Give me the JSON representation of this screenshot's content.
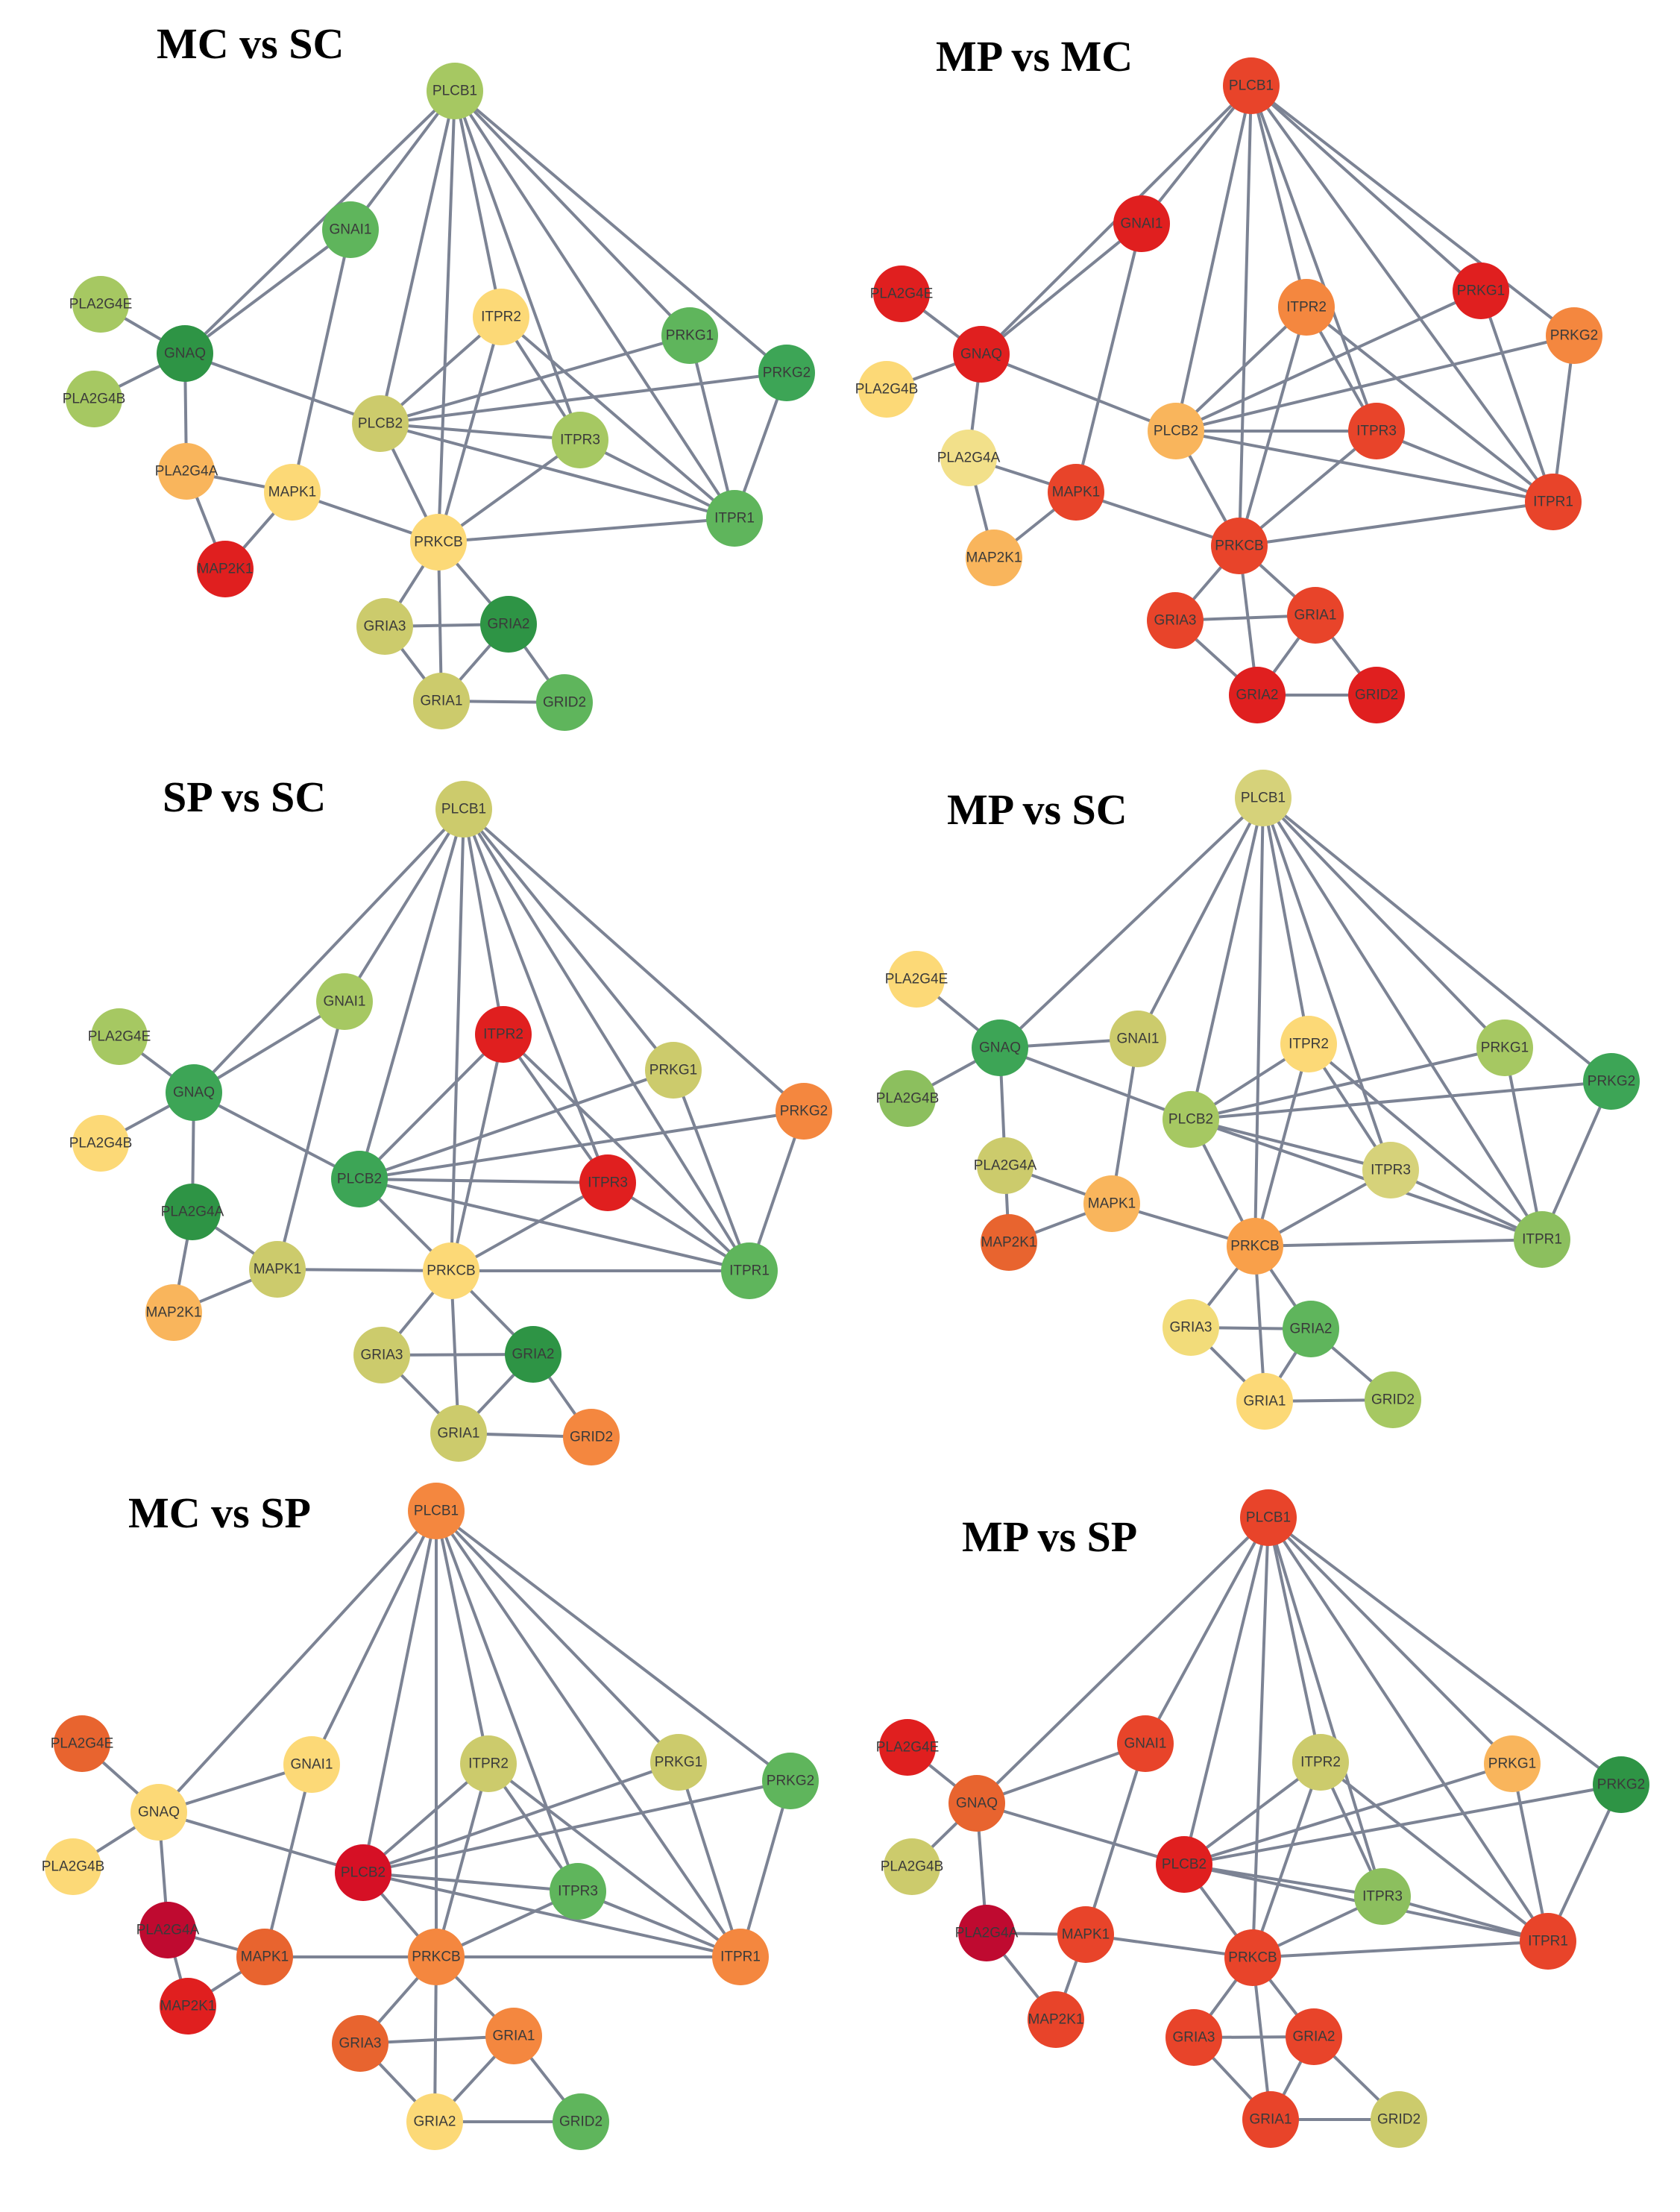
{
  "figure_title": "",
  "colors": {
    "edge": "#7c8394",
    "dark_red": "#bf0a30",
    "red": "#e01f1f",
    "red_orange": "#e8442a",
    "orange": "#f4873f",
    "light_orange": "#f9b55c",
    "yellow": "#fcd977",
    "yellow_green": "#cccb6c",
    "light_green": "#a6c862",
    "green": "#5fb55c",
    "dark_green": "#2e9445"
  },
  "panels": [
    {
      "title": "MC vs SC",
      "nodes": [
        {
          "id": "PLCB1",
          "label": "PLCB1",
          "color": "#a6c862"
        },
        {
          "id": "GNAI1",
          "label": "GNAI1",
          "color": "#5fb55c"
        },
        {
          "id": "ITPR2",
          "label": "ITPR2",
          "color": "#fcd977"
        },
        {
          "id": "PRKG1",
          "label": "PRKG1",
          "color": "#5fb55c"
        },
        {
          "id": "PRKG2",
          "label": "PRKG2",
          "color": "#3da556"
        },
        {
          "id": "PLA2G4E",
          "label": "PLA2G4E",
          "color": "#a6c862"
        },
        {
          "id": "GNAQ",
          "label": "GNAQ",
          "color": "#2e9445"
        },
        {
          "id": "PLA2G4B",
          "label": "PLA2G4B",
          "color": "#a6c862"
        },
        {
          "id": "PLCB2",
          "label": "PLCB2",
          "color": "#cccb6c"
        },
        {
          "id": "ITPR3",
          "label": "ITPR3",
          "color": "#a6c862"
        },
        {
          "id": "PLA2G4A",
          "label": "PLA2G4A",
          "color": "#f9b55c"
        },
        {
          "id": "MAPK1",
          "label": "MAPK1",
          "color": "#fcd977"
        },
        {
          "id": "ITPR1",
          "label": "ITPR1",
          "color": "#5fb55c"
        },
        {
          "id": "MAP2K1",
          "label": "MAP2K1",
          "color": "#e01f1f"
        },
        {
          "id": "PRKCB",
          "label": "PRKCB",
          "color": "#fcd977"
        },
        {
          "id": "GRIA3",
          "label": "GRIA3",
          "color": "#cccb6c"
        },
        {
          "id": "GRIA2",
          "label": "GRIA2",
          "color": "#2e9445"
        },
        {
          "id": "GRIA1",
          "label": "GRIA1",
          "color": "#cccb6c"
        },
        {
          "id": "GRID2",
          "label": "GRID2",
          "color": "#5fb55c"
        }
      ]
    },
    {
      "title": "MP vs MC",
      "nodes": [
        {
          "id": "PLCB1",
          "label": "PLCB1",
          "color": "#e8442a"
        },
        {
          "id": "GNAI1",
          "label": "GNAI1",
          "color": "#e01f1f"
        },
        {
          "id": "ITPR2",
          "label": "ITPR2",
          "color": "#f4873f"
        },
        {
          "id": "PRKG1",
          "label": "PRKG1",
          "color": "#e01f1f"
        },
        {
          "id": "PRKG2",
          "label": "PRKG2",
          "color": "#f4873f"
        },
        {
          "id": "PLA2G4E",
          "label": "PLA2G4E",
          "color": "#e01f1f"
        },
        {
          "id": "GNAQ",
          "label": "GNAQ",
          "color": "#e01f1f"
        },
        {
          "id": "PLA2G4B",
          "label": "PLA2G4B",
          "color": "#fcd977"
        },
        {
          "id": "PLCB2",
          "label": "PLCB2",
          "color": "#f9b55c"
        },
        {
          "id": "ITPR3",
          "label": "ITPR3",
          "color": "#e8442a"
        },
        {
          "id": "PLA2G4A",
          "label": "PLA2G4A",
          "color": "#f2e08a"
        },
        {
          "id": "MAPK1",
          "label": "MAPK1",
          "color": "#e8442a"
        },
        {
          "id": "ITPR1",
          "label": "ITPR1",
          "color": "#e8442a"
        },
        {
          "id": "MAP2K1",
          "label": "MAP2K1",
          "color": "#f9b55c"
        },
        {
          "id": "PRKCB",
          "label": "PRKCB",
          "color": "#e8442a"
        },
        {
          "id": "GRIA3",
          "label": "GRIA3",
          "color": "#e8442a"
        },
        {
          "id": "GRIA1",
          "label": "GRIA1",
          "color": "#e8442a"
        },
        {
          "id": "GRIA2",
          "label": "GRIA2",
          "color": "#e01f1f"
        },
        {
          "id": "GRID2",
          "label": "GRID2",
          "color": "#e01f1f"
        }
      ]
    },
    {
      "title": "SP vs SC",
      "nodes": [
        {
          "id": "PLCB1",
          "label": "PLCB1",
          "color": "#cccb6c"
        },
        {
          "id": "GNAI1",
          "label": "GNAI1",
          "color": "#a6c862"
        },
        {
          "id": "ITPR2",
          "label": "ITPR2",
          "color": "#e01f1f"
        },
        {
          "id": "PRKG1",
          "label": "PRKG1",
          "color": "#cccb6c"
        },
        {
          "id": "PRKG2",
          "label": "PRKG2",
          "color": "#f4873f"
        },
        {
          "id": "PLA2G4E",
          "label": "PLA2G4E",
          "color": "#a6c862"
        },
        {
          "id": "GNAQ",
          "label": "GNAQ",
          "color": "#3da556"
        },
        {
          "id": "PLA2G4B",
          "label": "PLA2G4B",
          "color": "#fcd977"
        },
        {
          "id": "PLCB2",
          "label": "PLCB2",
          "color": "#3da556"
        },
        {
          "id": "ITPR3",
          "label": "ITPR3",
          "color": "#e01f1f"
        },
        {
          "id": "PLA2G4A",
          "label": "PLA2G4A",
          "color": "#2e9445"
        },
        {
          "id": "MAPK1",
          "label": "MAPK1",
          "color": "#cccb6c"
        },
        {
          "id": "ITPR1",
          "label": "ITPR1",
          "color": "#5fb55c"
        },
        {
          "id": "MAP2K1",
          "label": "MAP2K1",
          "color": "#f9b55c"
        },
        {
          "id": "PRKCB",
          "label": "PRKCB",
          "color": "#fcd977"
        },
        {
          "id": "GRIA3",
          "label": "GRIA3",
          "color": "#cccb6c"
        },
        {
          "id": "GRIA2",
          "label": "GRIA2",
          "color": "#2e9445"
        },
        {
          "id": "GRIA1",
          "label": "GRIA1",
          "color": "#cccb6c"
        },
        {
          "id": "GRID2",
          "label": "GRID2",
          "color": "#f4873f"
        }
      ]
    },
    {
      "title": "MP vs SC",
      "nodes": [
        {
          "id": "PLCB1",
          "label": "PLCB1",
          "color": "#d6d27a"
        },
        {
          "id": "PLA2G4E",
          "label": "PLA2G4E",
          "color": "#fcd977"
        },
        {
          "id": "GNAQ",
          "label": "GNAQ",
          "color": "#3da556"
        },
        {
          "id": "GNAI1",
          "label": "GNAI1",
          "color": "#cccb6c"
        },
        {
          "id": "ITPR2",
          "label": "ITPR2",
          "color": "#fcd977"
        },
        {
          "id": "PRKG1",
          "label": "PRKG1",
          "color": "#a6c862"
        },
        {
          "id": "PRKG2",
          "label": "PRKG2",
          "color": "#3da556"
        },
        {
          "id": "PLA2G4B",
          "label": "PLA2G4B",
          "color": "#8cbf5e"
        },
        {
          "id": "PLCB2",
          "label": "PLCB2",
          "color": "#a6c862"
        },
        {
          "id": "PLA2G4A",
          "label": "PLA2G4A",
          "color": "#cccb6c"
        },
        {
          "id": "ITPR3",
          "label": "ITPR3",
          "color": "#d6d27a"
        },
        {
          "id": "MAPK1",
          "label": "MAPK1",
          "color": "#f9b55c"
        },
        {
          "id": "ITPR1",
          "label": "ITPR1",
          "color": "#8cbf5e"
        },
        {
          "id": "MAP2K1",
          "label": "MAP2K1",
          "color": "#e8642f"
        },
        {
          "id": "PRKCB",
          "label": "PRKCB",
          "color": "#f9a04a"
        },
        {
          "id": "GRIA3",
          "label": "GRIA3",
          "color": "#f2dc7a"
        },
        {
          "id": "GRIA2",
          "label": "GRIA2",
          "color": "#5fb55c"
        },
        {
          "id": "GRIA1",
          "label": "GRIA1",
          "color": "#fcd977"
        },
        {
          "id": "GRID2",
          "label": "GRID2",
          "color": "#a6c862"
        }
      ]
    },
    {
      "title": "MC vs SP",
      "nodes": [
        {
          "id": "PLCB1",
          "label": "PLCB1",
          "color": "#f4873f"
        },
        {
          "id": "PLA2G4E",
          "label": "PLA2G4E",
          "color": "#e8642f"
        },
        {
          "id": "GNAI1",
          "label": "GNAI1",
          "color": "#fcd977"
        },
        {
          "id": "ITPR2",
          "label": "ITPR2",
          "color": "#cccb6c"
        },
        {
          "id": "PRKG1",
          "label": "PRKG1",
          "color": "#cccb6c"
        },
        {
          "id": "PRKG2",
          "label": "PRKG2",
          "color": "#5fb55c"
        },
        {
          "id": "GNAQ",
          "label": "GNAQ",
          "color": "#fcd977"
        },
        {
          "id": "PLA2G4B",
          "label": "PLA2G4B",
          "color": "#fcd977"
        },
        {
          "id": "PLCB2",
          "label": "PLCB2",
          "color": "#d61025"
        },
        {
          "id": "ITPR3",
          "label": "ITPR3",
          "color": "#5fb55c"
        },
        {
          "id": "PLA2G4A",
          "label": "PLA2G4A",
          "color": "#bf0a30"
        },
        {
          "id": "MAPK1",
          "label": "MAPK1",
          "color": "#e8642f"
        },
        {
          "id": "PRKCB",
          "label": "PRKCB",
          "color": "#f4873f"
        },
        {
          "id": "ITPR1",
          "label": "ITPR1",
          "color": "#f4873f"
        },
        {
          "id": "MAP2K1",
          "label": "MAP2K1",
          "color": "#e01f1f"
        },
        {
          "id": "GRIA3",
          "label": "GRIA3",
          "color": "#e8642f"
        },
        {
          "id": "GRIA1",
          "label": "GRIA1",
          "color": "#f4873f"
        },
        {
          "id": "GRIA2",
          "label": "GRIA2",
          "color": "#fcd977"
        },
        {
          "id": "GRID2",
          "label": "GRID2",
          "color": "#5fb55c"
        }
      ]
    },
    {
      "title": "MP vs SP",
      "nodes": [
        {
          "id": "PLCB1",
          "label": "PLCB1",
          "color": "#e8442a"
        },
        {
          "id": "PLA2G4E",
          "label": "PLA2G4E",
          "color": "#e01f1f"
        },
        {
          "id": "GNAI1",
          "label": "GNAI1",
          "color": "#e8442a"
        },
        {
          "id": "ITPR2",
          "label": "ITPR2",
          "color": "#cccb6c"
        },
        {
          "id": "PRKG1",
          "label": "PRKG1",
          "color": "#f9b55c"
        },
        {
          "id": "PRKG2",
          "label": "PRKG2",
          "color": "#2e9445"
        },
        {
          "id": "GNAQ",
          "label": "GNAQ",
          "color": "#e8642f"
        },
        {
          "id": "PLA2G4B",
          "label": "PLA2G4B",
          "color": "#cccb6c"
        },
        {
          "id": "PLCB2",
          "label": "PLCB2",
          "color": "#e01f1f"
        },
        {
          "id": "ITPR3",
          "label": "ITPR3",
          "color": "#8cbf5e"
        },
        {
          "id": "PLA2G4A",
          "label": "PLA2G4A",
          "color": "#bf0a30"
        },
        {
          "id": "MAPK1",
          "label": "MAPK1",
          "color": "#e8442a"
        },
        {
          "id": "ITPR1",
          "label": "ITPR1",
          "color": "#e8442a"
        },
        {
          "id": "PRKCB",
          "label": "PRKCB",
          "color": "#e8442a"
        },
        {
          "id": "MAP2K1",
          "label": "MAP2K1",
          "color": "#e8442a"
        },
        {
          "id": "GRIA3",
          "label": "GRIA3",
          "color": "#e8442a"
        },
        {
          "id": "GRIA2",
          "label": "GRIA2",
          "color": "#e8442a"
        },
        {
          "id": "GRIA1",
          "label": "GRIA1",
          "color": "#e8442a"
        },
        {
          "id": "GRID2",
          "label": "GRID2",
          "color": "#cccb6c"
        }
      ]
    }
  ],
  "edges": [
    [
      "PLCB1",
      "GNAQ"
    ],
    [
      "PLCB1",
      "GNAI1"
    ],
    [
      "PLCB1",
      "PLCB2"
    ],
    [
      "PLCB1",
      "ITPR2"
    ],
    [
      "PLCB1",
      "ITPR3"
    ],
    [
      "PLCB1",
      "PRKG1"
    ],
    [
      "PLCB1",
      "PRKG2"
    ],
    [
      "PLCB1",
      "ITPR1"
    ],
    [
      "PLCB1",
      "PRKCB"
    ],
    [
      "GNAQ",
      "PLA2G4E"
    ],
    [
      "GNAQ",
      "PLA2G4B"
    ],
    [
      "GNAQ",
      "PLA2G4A"
    ],
    [
      "GNAQ",
      "GNAI1"
    ],
    [
      "GNAQ",
      "PLCB2"
    ],
    [
      "GNAI1",
      "MAPK1"
    ],
    [
      "PLA2G4A",
      "MAPK1"
    ],
    [
      "PLA2G4A",
      "MAP2K1"
    ],
    [
      "MAPK1",
      "MAP2K1"
    ],
    [
      "MAPK1",
      "PRKCB"
    ],
    [
      "PLCB2",
      "ITPR2"
    ],
    [
      "PLCB2",
      "ITPR3"
    ],
    [
      "PLCB2",
      "PRKG1"
    ],
    [
      "PLCB2",
      "PRKG2"
    ],
    [
      "PLCB2",
      "ITPR1"
    ],
    [
      "PLCB2",
      "PRKCB"
    ],
    [
      "ITPR2",
      "ITPR3"
    ],
    [
      "ITPR2",
      "ITPR1"
    ],
    [
      "ITPR2",
      "PRKCB"
    ],
    [
      "ITPR3",
      "PRKCB"
    ],
    [
      "ITPR3",
      "ITPR1"
    ],
    [
      "PRKG1",
      "ITPR1"
    ],
    [
      "PRKG2",
      "ITPR1"
    ],
    [
      "PRKCB",
      "ITPR1"
    ],
    [
      "PRKCB",
      "GRIA3"
    ],
    [
      "PRKCB",
      "GRIA2"
    ],
    [
      "PRKCB",
      "GRIA1"
    ],
    [
      "GRIA3",
      "GRIA2"
    ],
    [
      "GRIA3",
      "GRIA1"
    ],
    [
      "GRIA2",
      "GRIA1"
    ],
    [
      "GRIA2",
      "GRID2"
    ],
    [
      "GRIA1",
      "GRID2"
    ]
  ]
}
